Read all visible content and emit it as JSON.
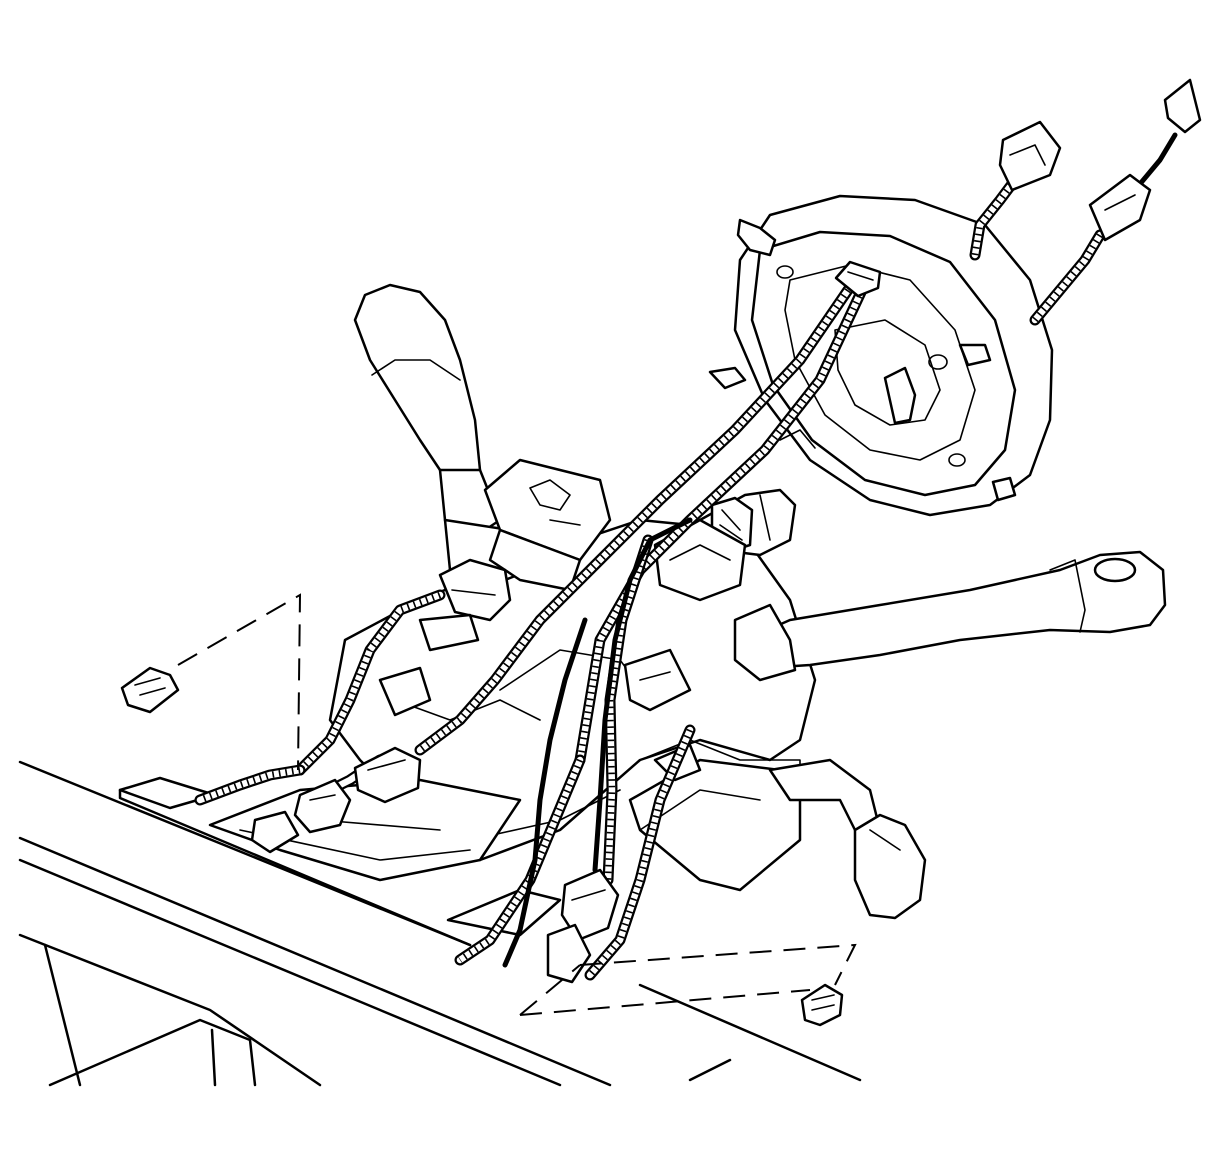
{
  "diagram": {
    "subject": "steering-column-wiring-harness",
    "line_color": "#000000",
    "background_color": "#ffffff",
    "parts": [
      {
        "id": "clock-spring-coil",
        "icon": "clock-spring-icon"
      },
      {
        "id": "turn-signal-multifunction-lever",
        "icon": "lever-icon"
      },
      {
        "id": "wiper-washer-lever",
        "icon": "lever-icon"
      },
      {
        "id": "ignition-lock-cylinder",
        "icon": "lock-cylinder-icon"
      },
      {
        "id": "tilt-lever",
        "icon": "lever-icon"
      },
      {
        "id": "harness-connectors",
        "icon": "connector-icon"
      },
      {
        "id": "connector-position-assurance-left",
        "icon": "cpa-clip-icon"
      },
      {
        "id": "connector-position-assurance-right",
        "icon": "cpa-clip-icon"
      },
      {
        "id": "instrument-panel-lower-trim",
        "icon": "panel-icon"
      }
    ]
  }
}
